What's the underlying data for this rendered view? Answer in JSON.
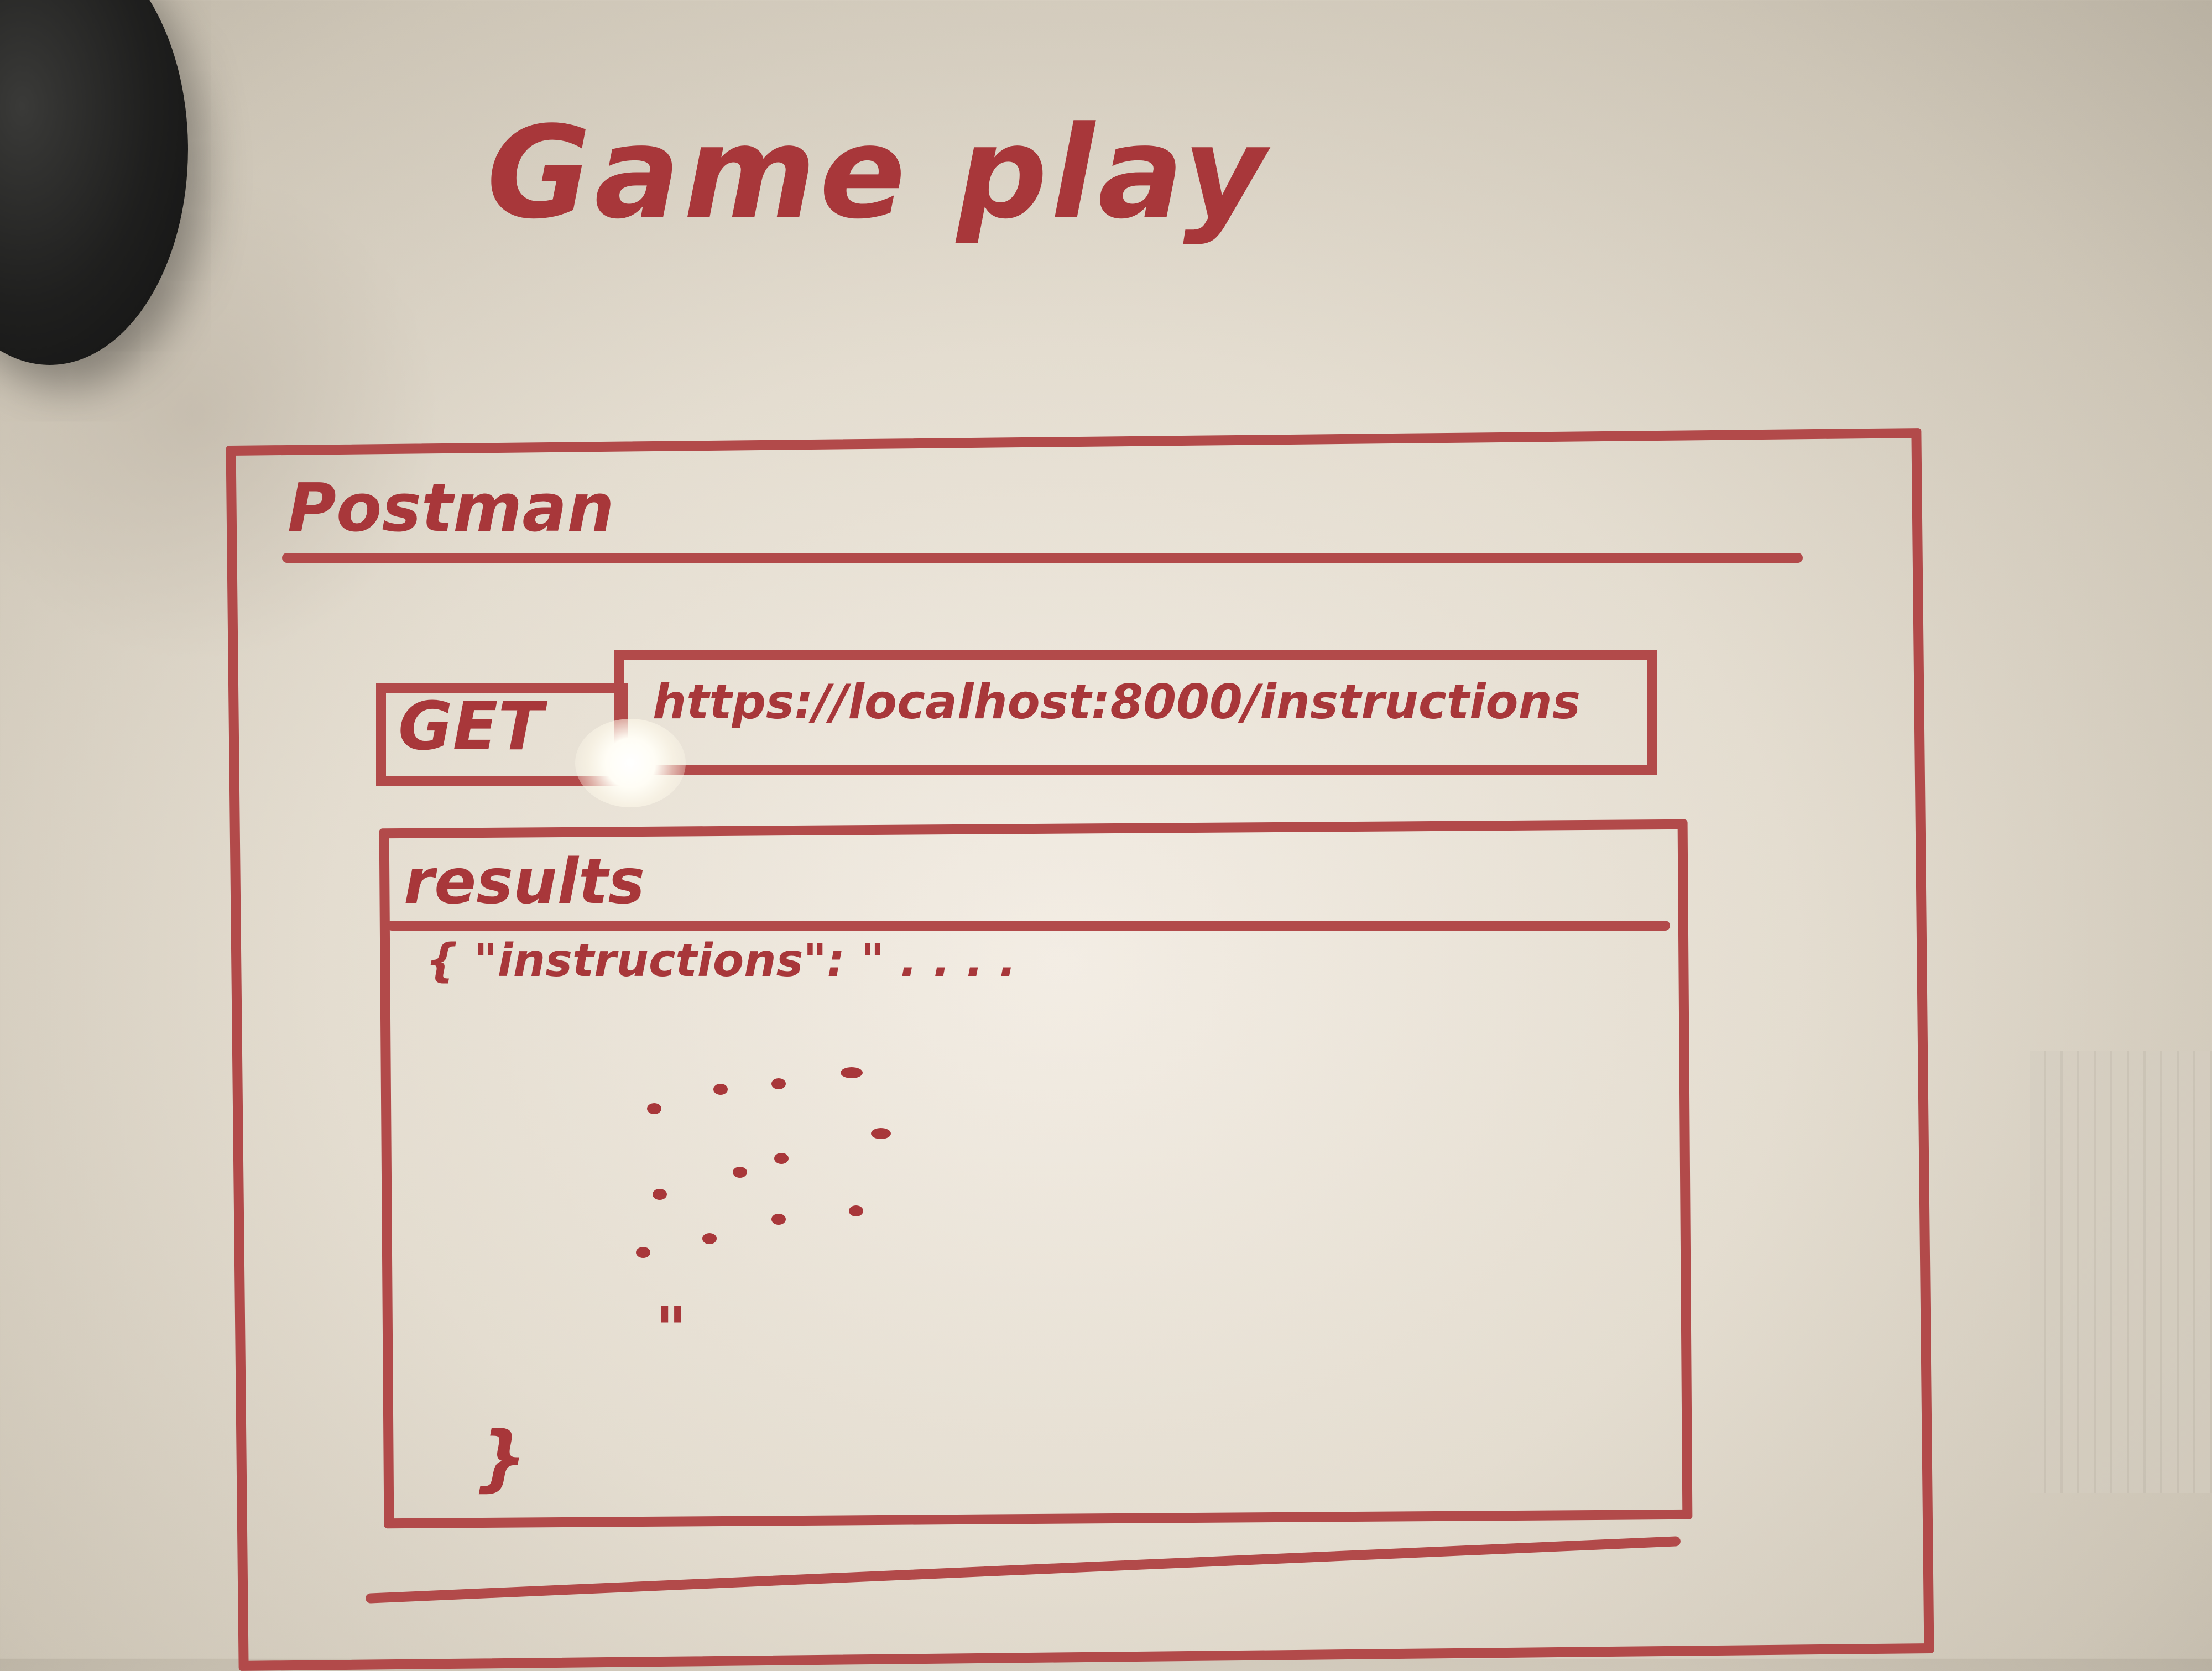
{
  "board": {
    "title": "Game play",
    "app_name": "Postman",
    "request": {
      "method": "GET",
      "url": "https://localhost:8000/instructions"
    },
    "results_label": "results",
    "response": {
      "open_line": "{ \"instructions\": \"    . . . .",
      "closing_quote": "\"",
      "close_brace": "}"
    },
    "colors": {
      "marker": "#a8373a",
      "board": "#ede6da"
    }
  }
}
